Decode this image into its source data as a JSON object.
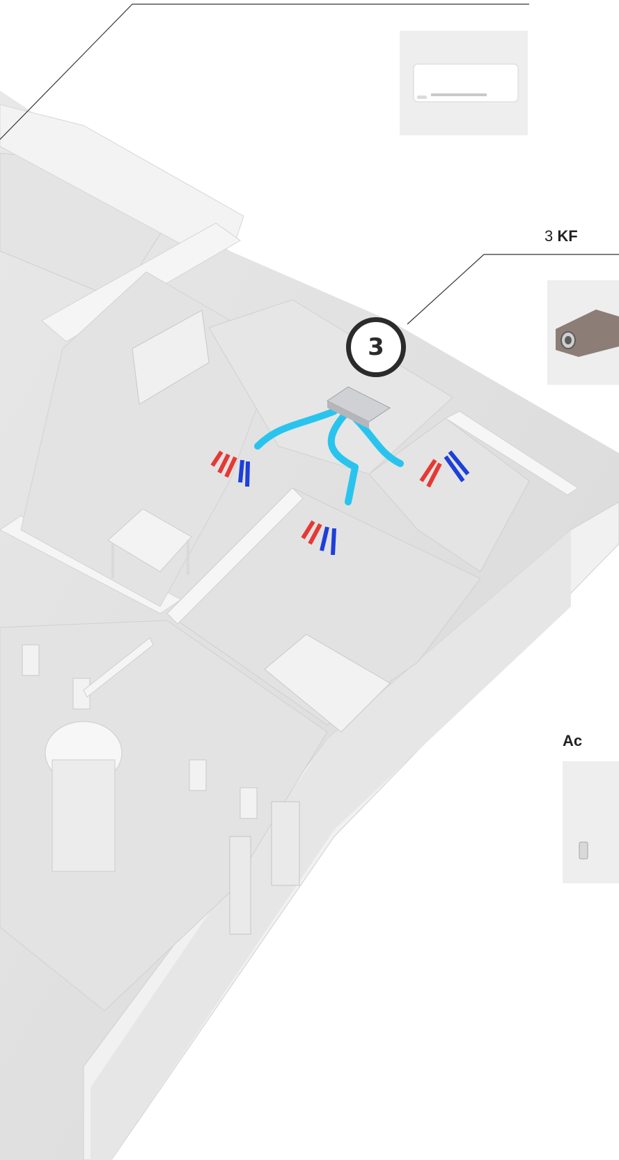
{
  "labels": {
    "kf_prefix": "3",
    "kf_bold": "KF",
    "ac_partial": "Ac"
  },
  "badge": {
    "number": "3"
  },
  "colors": {
    "duct": "#29c4ee",
    "warm_arrow": "#e53935",
    "cool_arrow": "#1e3fd8",
    "badge_ring": "#2b2b2b",
    "wall_light": "#ececec",
    "floor": "#e2e2e2"
  },
  "icons": {
    "wall_unit": "wall-mounted-ac-icon",
    "recovery_unit": "heat-recovery-unit-icon",
    "small_unit": "small-vent-unit-icon"
  }
}
